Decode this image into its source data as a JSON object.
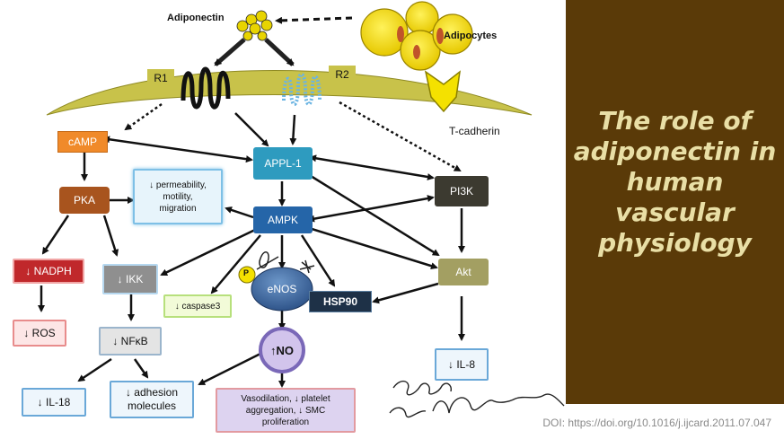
{
  "diagram": {
    "adiponectin": "Adiponectin",
    "adipocytes": "Adipocytes",
    "r1": "R1",
    "r2": "R2",
    "t_cadherin": "T-cadherin",
    "camp": "cAMP",
    "pka": "PKA",
    "permeability": "↓ permeability,\nmotility,\nmigration",
    "appl1": "APPL-1",
    "pi3k": "PI3K",
    "ampk": "AMPK",
    "nadph": "↓ NADPH",
    "ikk": "↓ IKK",
    "caspase": "↓ caspase3",
    "p": "P",
    "enos": "eNOS",
    "hsp90": "HSP90",
    "akt": "Akt",
    "ros": "↓ ROS",
    "nfkb": "↓ NFκB",
    "no": "↑NO",
    "il18": "↓ IL-18",
    "adhesion": "↓ adhesion\nmolecules",
    "vasodilation": "Vasodilation, ↓ platelet\naggregation, ↓ SMC\nproliferation",
    "il8": "↓ IL-8",
    "handwriting": "anti-inflammatory"
  },
  "side_panel": {
    "title": "The role of adiponectin in human vascular physiology"
  },
  "doi": "DOI: https://doi.org/10.1016/j.ijcard.2011.07.047",
  "colors": {
    "panel_bg": "#5a3a08",
    "panel_text": "#e9dfa6",
    "membrane": "#c8c24a",
    "orange": "#f08a2a",
    "brown": "#a8541e",
    "teal": "#2e9bbf",
    "blue": "#2565a8",
    "navy": "#1e3147",
    "dark": "#3c3a30",
    "olive": "#a39f62",
    "red": "#c0282b",
    "grey": "#8f8f8f",
    "purple": "#7a68b8",
    "yellow": "#f2e000"
  }
}
